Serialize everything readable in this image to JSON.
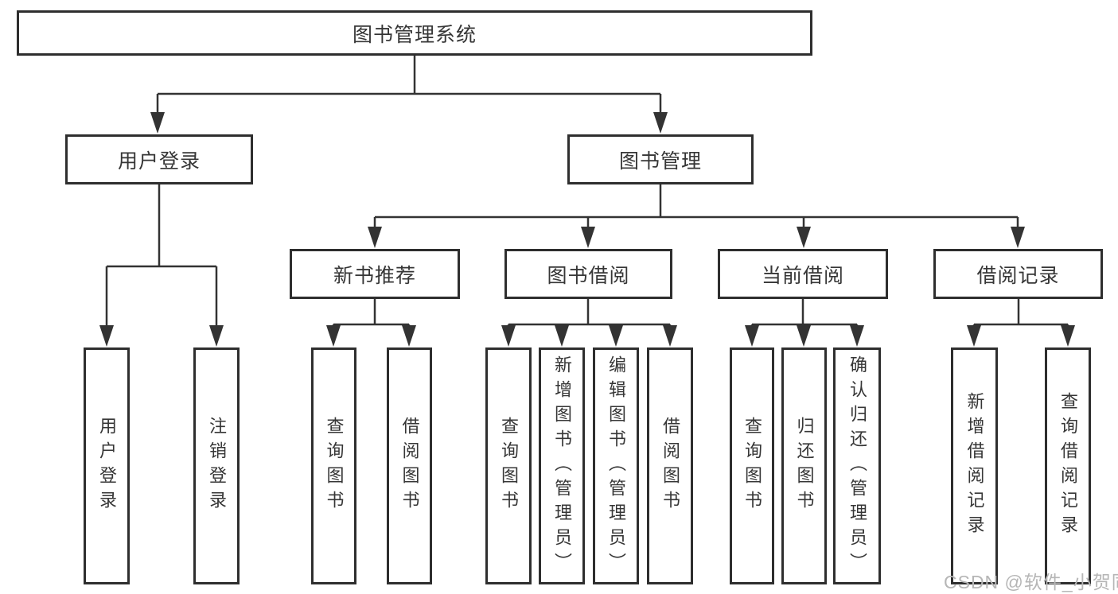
{
  "root": {
    "label": "图书管理系统"
  },
  "branches": {
    "user_login": {
      "label": "用户登录",
      "children": [
        "用户登录",
        "注销登录"
      ]
    },
    "book_management": {
      "label": "图书管理"
    },
    "new_book_recommend": {
      "label": "新书推荐",
      "children": [
        "查询图书",
        "借阅图书"
      ]
    },
    "book_borrow": {
      "label": "图书借阅",
      "children": [
        "查询图书",
        "新增图书（管理员）",
        "编辑图书（管理员）",
        "借阅图书"
      ]
    },
    "current_borrow": {
      "label": "当前借阅",
      "children": [
        "查询图书",
        "归还图书",
        "确认归还（管理员）"
      ]
    },
    "borrow_records": {
      "label": "借阅记录",
      "children": [
        "新增借阅记录",
        "查询借阅记录"
      ]
    }
  },
  "watermark": "CSDN @软件_小贺同学",
  "colors": {
    "line": "#333333",
    "box_border": "#2e2e2e",
    "text": "#363636",
    "watermark": "#b6b6b6",
    "background": "#ffffff"
  }
}
